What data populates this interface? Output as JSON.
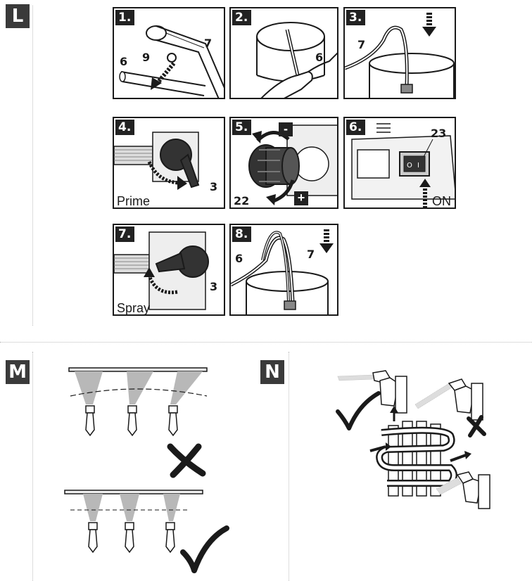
{
  "sections": {
    "L": "L",
    "M": "M",
    "N": "N"
  },
  "steps": [
    {
      "number": "1.",
      "callouts": [
        "6",
        "9",
        "7"
      ]
    },
    {
      "number": "2.",
      "callouts": [
        "6"
      ]
    },
    {
      "number": "3.",
      "callouts": [
        "7"
      ]
    },
    {
      "number": "4.",
      "callouts": [
        "3"
      ],
      "mode": "Prime"
    },
    {
      "number": "5.",
      "callouts": [
        "22"
      ],
      "minus": "-",
      "plus": "+"
    },
    {
      "number": "6.",
      "callouts": [
        "23"
      ],
      "state": "ON"
    },
    {
      "number": "7.",
      "callouts": [
        "3"
      ],
      "mode": "Spray"
    },
    {
      "number": "8.",
      "callouts": [
        "6",
        "7"
      ]
    }
  ],
  "icons": [
    "arrow-down-icon",
    "check-icon",
    "cross-icon",
    "spray-gun-icon"
  ],
  "colors": {
    "badge": "#3a3a3a",
    "line": "#1a1a1a",
    "fill": "#b8b8b8",
    "dark_part": "#333333"
  }
}
